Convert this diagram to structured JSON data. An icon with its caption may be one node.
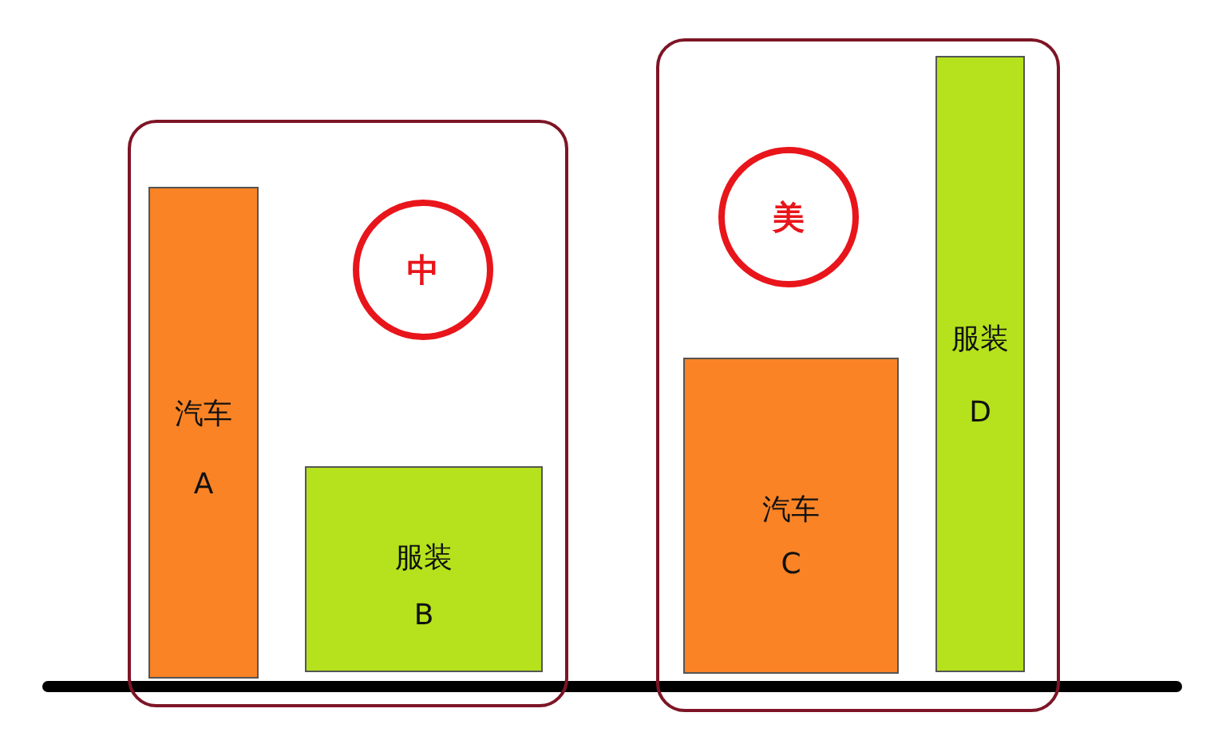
{
  "diagram": {
    "nodes": [
      {
        "text": [],
        "shape": "box"
      },
      {
        "text": [
          "汽车",
          "A"
        ],
        "in": 0
      },
      {
        "text": [
          "中"
        ],
        "in": 0
      },
      {
        "text": [
          "服装",
          "B"
        ],
        "in": 0
      },
      {
        "text": [],
        "shape": "box"
      },
      {
        "text": [
          "美"
        ],
        "in": 4
      },
      {
        "text": [
          "汽车",
          "C"
        ],
        "in": 4
      },
      {
        "text": [
          "服装",
          "D"
        ],
        "in": 4
      }
    ]
  }
}
